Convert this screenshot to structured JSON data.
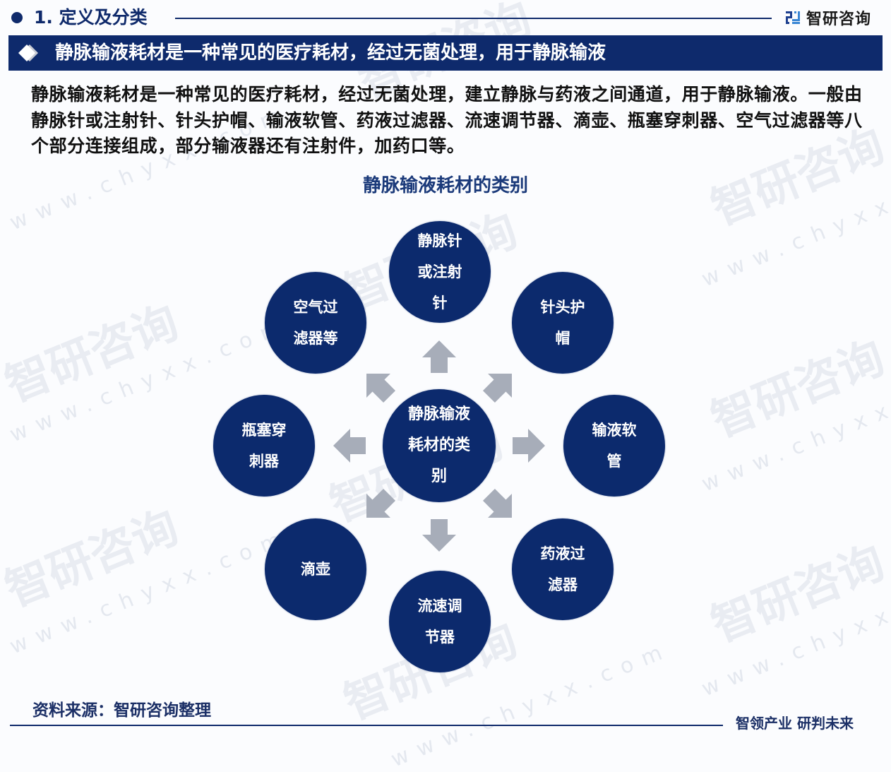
{
  "header": {
    "section_title": "1. 定义及分类",
    "brand_name": "智研咨询"
  },
  "banner": {
    "text": "静脉输液耗材是一种常见的医疗耗材，经过无菌处理，用于静脉输液"
  },
  "paragraph": {
    "text": "静脉输液耗材是一种常见的医疗耗材，经过无菌处理，建立静脉与药液之间通道，用于静脉输液。一般由静脉针或注射针、针头护帽、输液软管、药液过滤器、流速调节器、滴壶、瓶塞穿刺器、空气过滤器等八个部分连接组成，部分输液器还有注射件，加药口等。"
  },
  "diagram": {
    "title": "静脉输液耗材的类别",
    "center": {
      "label": "静脉输液耗材的类别"
    },
    "nodes": [
      {
        "label": "静脉针或注射针",
        "position": "top"
      },
      {
        "label": "针头护帽",
        "position": "top-right"
      },
      {
        "label": "输液软管",
        "position": "right"
      },
      {
        "label": "药液过滤器",
        "position": "bottom-right"
      },
      {
        "label": "流速调节器",
        "position": "bottom"
      },
      {
        "label": "滴壶",
        "position": "bottom-left"
      },
      {
        "label": "瓶塞穿刺器",
        "position": "left"
      },
      {
        "label": "空气过滤器等",
        "position": "top-left"
      }
    ],
    "colors": {
      "node": "#0c2a6d",
      "arrow": "#a7adb9",
      "title": "#1b3a7a"
    }
  },
  "watermark": {
    "text": "智研咨询",
    "url_text": "www.chyxx.com"
  },
  "footer": {
    "source": "资料来源：智研咨询整理",
    "slogan": "智领产业 研判未来"
  }
}
